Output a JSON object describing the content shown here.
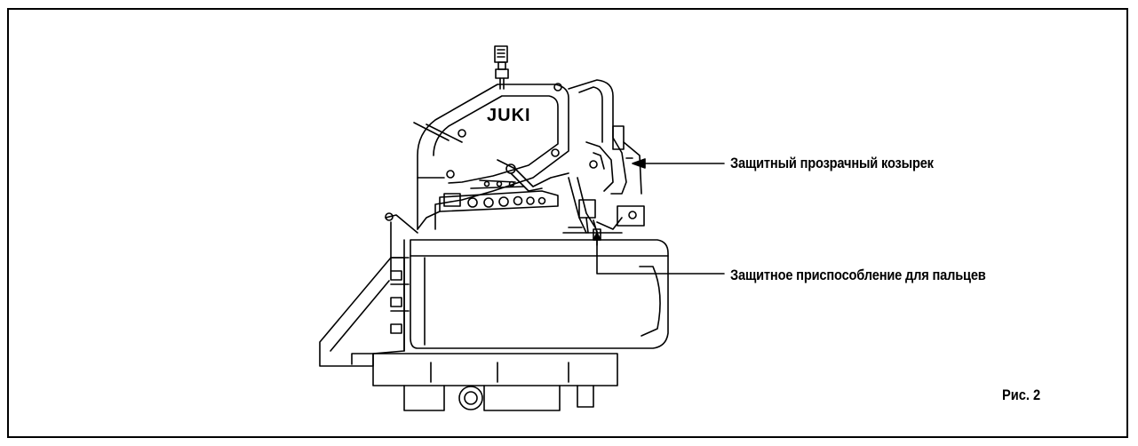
{
  "diagram": {
    "brand_logo": "JUKI",
    "labels": {
      "visor": "Защитный прозрачный козырек",
      "finger_guard": "Защитное приспособление для пальцев"
    },
    "figure_caption": "Рис. 2"
  },
  "colors": {
    "line": "#000000",
    "background": "#ffffff"
  }
}
